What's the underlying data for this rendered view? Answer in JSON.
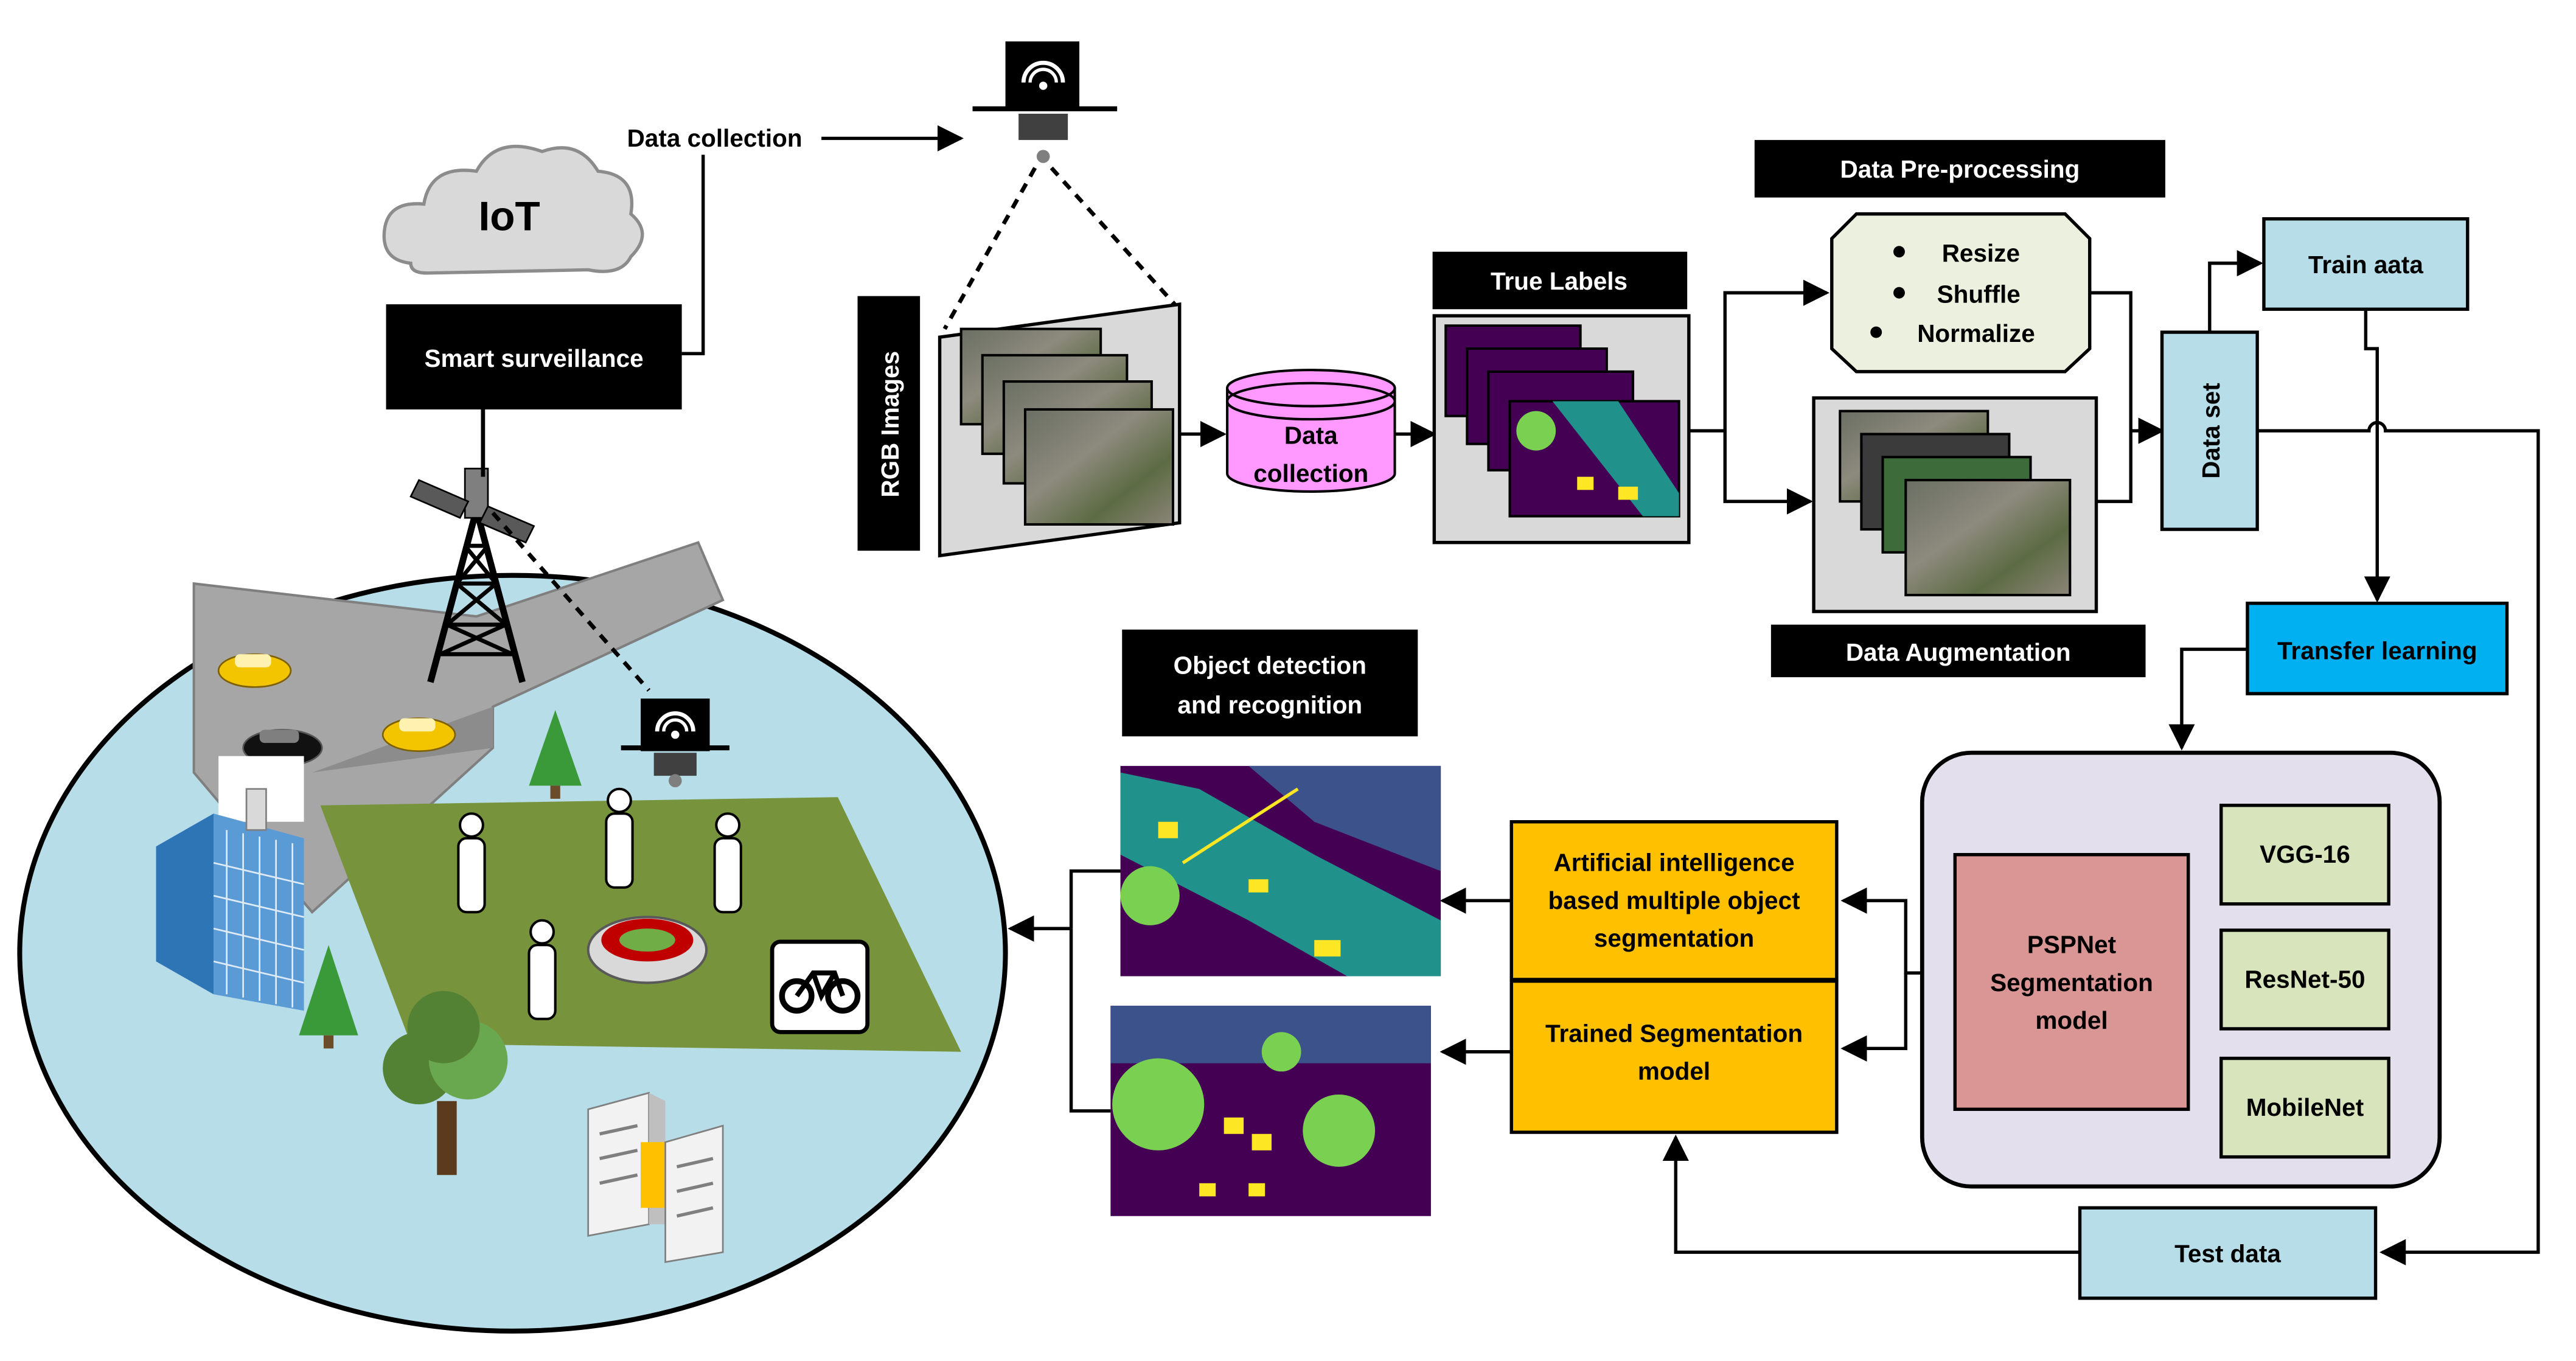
{
  "title": "",
  "labels": {
    "iot": "IoT",
    "data_collection_top": "Data collection",
    "smart_surveillance": "Smart surveillance",
    "rgb_images": "RGB Images",
    "data_collection_db": [
      "Data",
      "collection"
    ],
    "true_labels": "True Labels",
    "data_preprocessing": "Data Pre-processing",
    "preprocessing_items": [
      "Resize",
      "Shuffle",
      "Normalize"
    ],
    "data_augmentation": "Data Augmentation",
    "data_set": "Data set",
    "train_data": "Train aata",
    "transfer_learning": "Transfer learning",
    "pspnet": [
      "PSPNet",
      "Segmentation",
      "model"
    ],
    "backbones": [
      "VGG-16",
      "ResNet-50",
      "MobileNet"
    ],
    "test_data": "Test data",
    "ai_segmentation": [
      "Artificial intelligence",
      "based multiple object",
      "segmentation"
    ],
    "trained_model": [
      "Trained Segmentation",
      "model"
    ],
    "object_detection": [
      "Object detection",
      "and recognition"
    ]
  },
  "colors": {
    "black_box": "#000000",
    "light_blue_box": "#b7dde8",
    "transfer_blue": "#00b0f0",
    "yellow_box": "#ffc000",
    "purple_panel": "#e4dfec",
    "pspnet_red": "#da9694",
    "backbone_green": "#d8e4bc",
    "preprocess_green": "#ebf1de",
    "database_pink": "#ff99ff",
    "ellipse_fill": "#b7dde8",
    "park_green": "#77933c",
    "seg_purple": "#440154",
    "seg_teal": "#21918c",
    "seg_yellow": "#fde725"
  },
  "icons": [
    "cloud-icon",
    "drone-icon",
    "satellite-tower-icon",
    "car-icon",
    "building-icon",
    "person-icon",
    "stadium-icon",
    "bicycle-icon",
    "tree-icon",
    "server-icon"
  ]
}
